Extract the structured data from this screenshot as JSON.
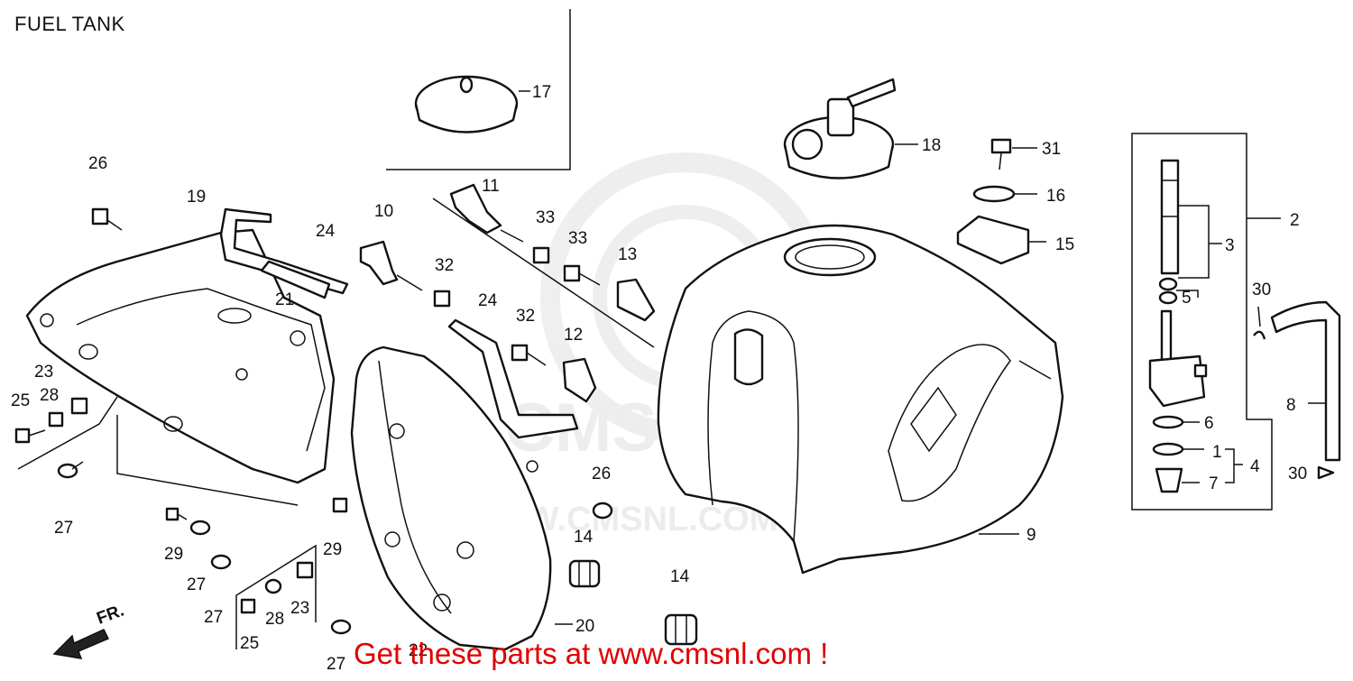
{
  "diagram": {
    "title": "FUEL TANK",
    "watermark": "WWW.CMSNL.COM",
    "direction_label": "FR.",
    "footer": "Get these parts at www.cmsnl.com !",
    "callouts": [
      "1",
      "2",
      "3",
      "4",
      "5",
      "6",
      "7",
      "8",
      "9",
      "10",
      "11",
      "12",
      "13",
      "14",
      "14",
      "15",
      "16",
      "17",
      "18",
      "19",
      "20",
      "21",
      "22",
      "23",
      "23",
      "24",
      "24",
      "25",
      "25",
      "26",
      "26",
      "27",
      "27",
      "27",
      "27",
      "27",
      "28",
      "28",
      "29",
      "29",
      "30",
      "30",
      "31",
      "32",
      "32",
      "33",
      "33"
    ]
  },
  "colors": {
    "footer_red": "#e00000",
    "ink": "#111111",
    "watermark": "#ececec"
  }
}
